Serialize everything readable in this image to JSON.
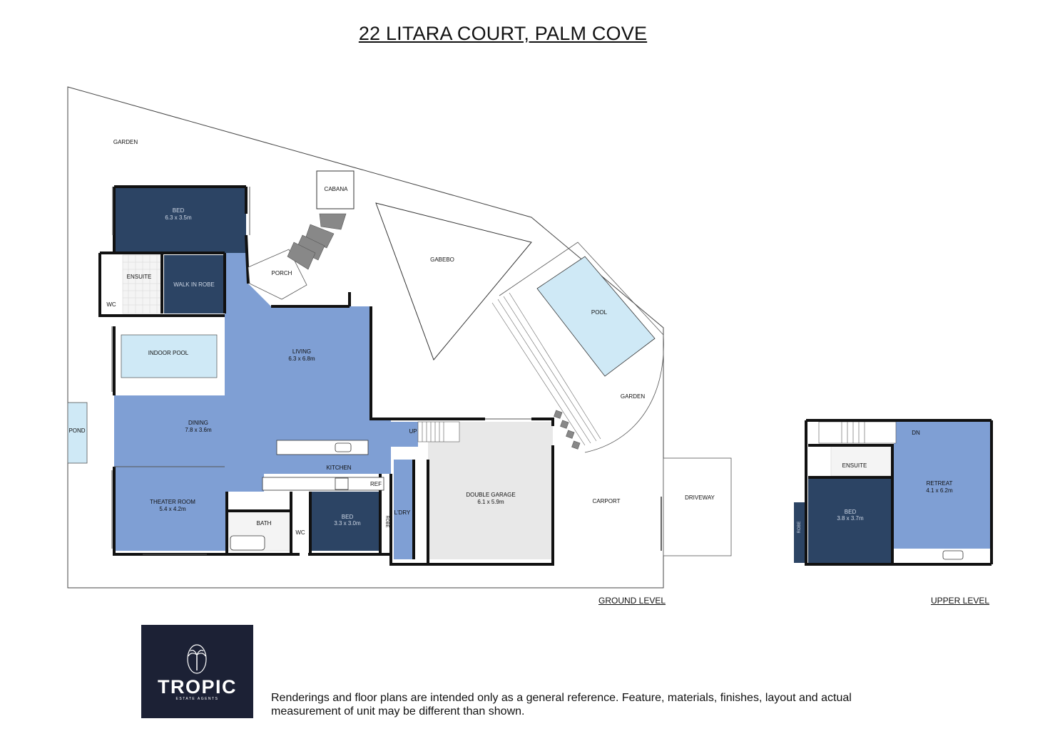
{
  "title": "22 LITARA COURT, PALM COVE",
  "levels": {
    "ground": "GROUND LEVEL",
    "upper": "UPPER LEVEL"
  },
  "rooms": {
    "garden_top": "GARDEN",
    "bed_main": "BED",
    "bed_main_dim": "6.3 x 3.5m",
    "ensuite": "ENSUITE",
    "wc": "WC",
    "walk_in_robe": "WALK IN ROBE",
    "indoor_pool": "INDOOR POOL",
    "porch": "PORCH",
    "cabana": "CABANA",
    "gabebo": "GABEBO",
    "pool": "POOL",
    "garden_right": "GARDEN",
    "living": "LIVING",
    "living_dim": "6.3 x 6.8m",
    "dining": "DINING",
    "dining_dim": "7.8 x 3.6m",
    "pond": "POND",
    "kitchen": "KITCHEN",
    "ref": "REF",
    "theater": "THEATER ROOM",
    "theater_dim": "5.4 x 4.2m",
    "bath": "BATH",
    "wc2": "WC",
    "bed2": "BED",
    "bed2_dim": "3.3 x 3.0m",
    "robe": "ROBE",
    "laundry": "L'DRY",
    "up": "UP",
    "garage": "DOUBLE GARAGE",
    "garage_dim": "6.1 x 5.9m",
    "carport": "CARPORT",
    "driveway": "DRIVEWAY"
  },
  "upper_rooms": {
    "dn": "DN",
    "ensuite": "ENSUITE",
    "retreat": "RETREAT",
    "retreat_dim": "4.1 x 6.2m",
    "bed": "BED",
    "bed_dim": "3.8 x 3.7m",
    "robe": "ROBE"
  },
  "logo": {
    "name": "TROPIC",
    "sub": "ESTATE AGENTS"
  },
  "disclaimer": "Renderings and floor plans are intended only as a general reference. Feature, materials, finishes, layout and actual measurement of unit may be different than shown.",
  "colors": {
    "dark_room": "#2c4464",
    "light_room": "#7f9fd4",
    "garage": "#e8e8e8",
    "water": "#cfe9f6",
    "wall": "#111111",
    "logo_bg": "#1c2135"
  }
}
